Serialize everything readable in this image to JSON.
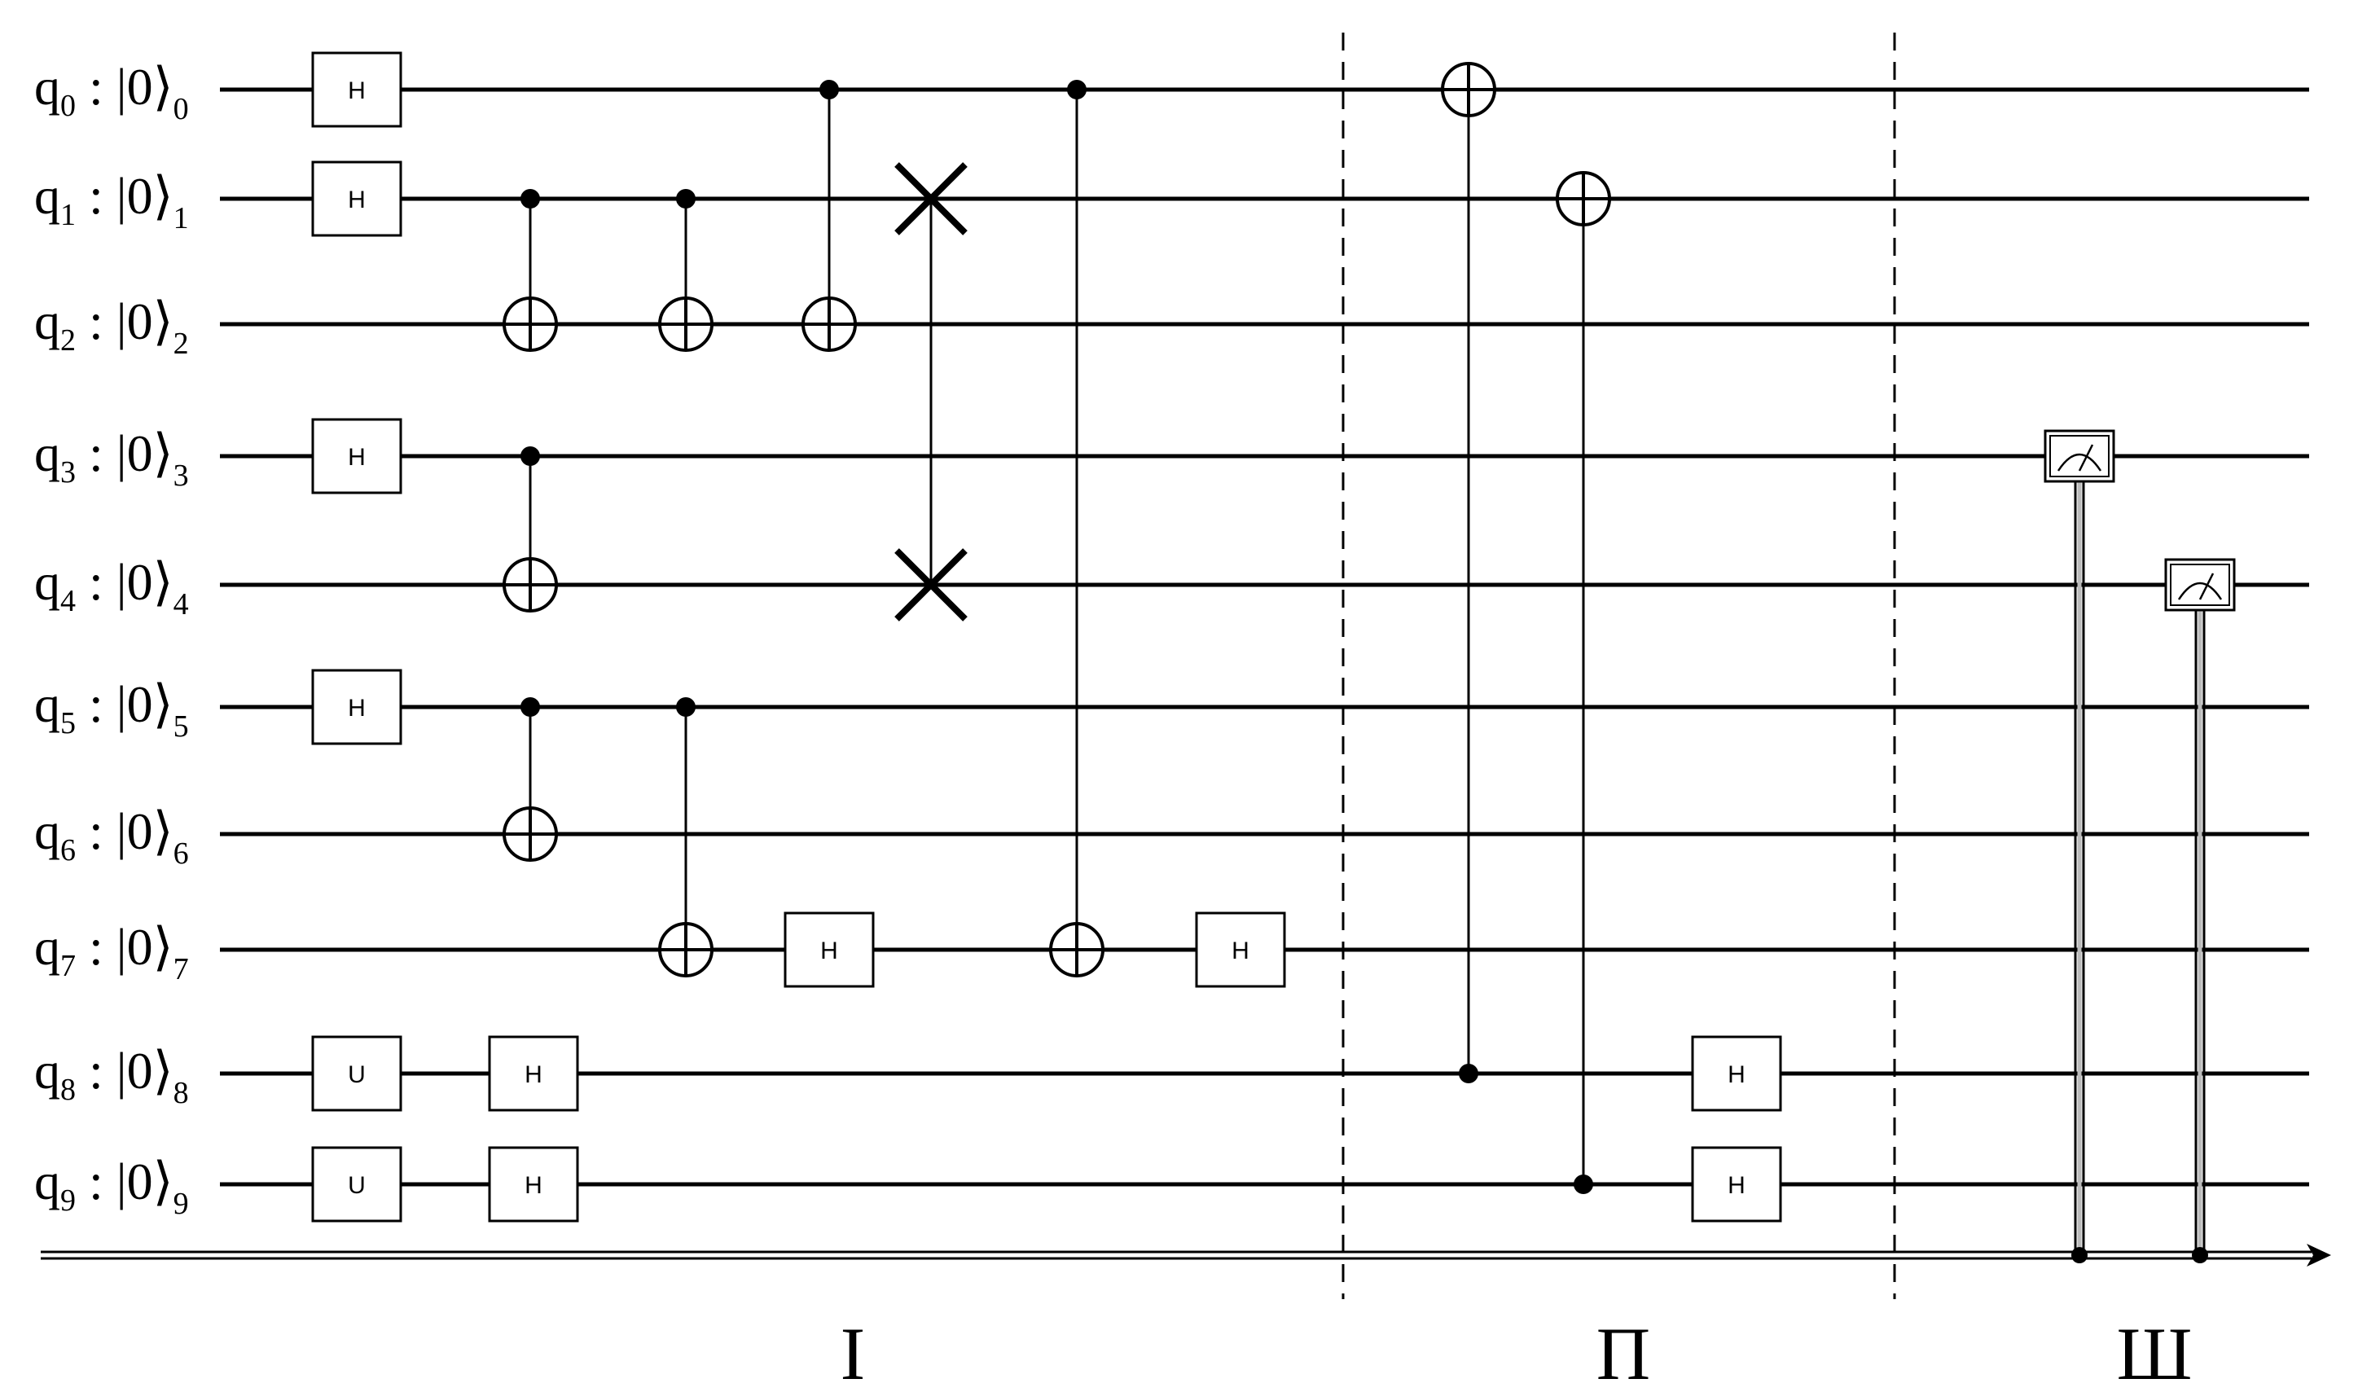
{
  "qubits": [
    {
      "name": "q",
      "index": "0",
      "ket": "0",
      "sub": "0"
    },
    {
      "name": "q",
      "index": "1",
      "ket": "0",
      "sub": "1"
    },
    {
      "name": "q",
      "index": "2",
      "ket": "0",
      "sub": "2"
    },
    {
      "name": "q",
      "index": "3",
      "ket": "0",
      "sub": "3"
    },
    {
      "name": "q",
      "index": "4",
      "ket": "0",
      "sub": "4"
    },
    {
      "name": "q",
      "index": "5",
      "ket": "0",
      "sub": "5"
    },
    {
      "name": "q",
      "index": "6",
      "ket": "0",
      "sub": "6"
    },
    {
      "name": "q",
      "index": "7",
      "ket": "0",
      "sub": "7"
    },
    {
      "name": "q",
      "index": "8",
      "ket": "0",
      "sub": "8"
    },
    {
      "name": "q",
      "index": "9",
      "ket": "0",
      "sub": "9"
    }
  ],
  "label_separator": ":",
  "gates": [
    {
      "type": "single",
      "label": "H",
      "qubit": 0,
      "step": 1
    },
    {
      "type": "single",
      "label": "H",
      "qubit": 1,
      "step": 1
    },
    {
      "type": "single",
      "label": "H",
      "qubit": 3,
      "step": 1
    },
    {
      "type": "single",
      "label": "H",
      "qubit": 5,
      "step": 1
    },
    {
      "type": "single",
      "label": "U",
      "qubit": 8,
      "step": 1
    },
    {
      "type": "single",
      "label": "U",
      "qubit": 9,
      "step": 1
    },
    {
      "type": "single",
      "label": "H",
      "qubit": 8,
      "step": 2
    },
    {
      "type": "single",
      "label": "H",
      "qubit": 9,
      "step": 2
    },
    {
      "type": "cnot",
      "control": 1,
      "target": 2,
      "step": 3
    },
    {
      "type": "cnot",
      "control": 3,
      "target": 4,
      "step": 3
    },
    {
      "type": "cnot",
      "control": 5,
      "target": 6,
      "step": 3
    },
    {
      "type": "cnot",
      "control": 1,
      "target": 2,
      "step": 4
    },
    {
      "type": "cnot",
      "control": 5,
      "target": 7,
      "step": 4
    },
    {
      "type": "cnot",
      "control": 0,
      "target": 2,
      "step": 5
    },
    {
      "type": "single",
      "label": "H",
      "qubit": 7,
      "step": 5
    },
    {
      "type": "swap",
      "qubits": [
        1,
        4
      ],
      "step": 6
    },
    {
      "type": "cnot",
      "control": 0,
      "target": 7,
      "step": 7
    },
    {
      "type": "single",
      "label": "H",
      "qubit": 7,
      "step": 8
    },
    {
      "type": "cnot",
      "control": 8,
      "target": 0,
      "step": 9
    },
    {
      "type": "cnot",
      "control": 9,
      "target": 1,
      "step": 10
    },
    {
      "type": "single",
      "label": "H",
      "qubit": 8,
      "step": 11
    },
    {
      "type": "single",
      "label": "H",
      "qubit": 9,
      "step": 11
    },
    {
      "type": "measure",
      "qubit": 3,
      "step": 12
    },
    {
      "type": "measure",
      "qubit": 4,
      "step": 13
    }
  ],
  "sections": [
    {
      "label": "I"
    },
    {
      "label": "Π"
    },
    {
      "label": "Ш"
    }
  ]
}
